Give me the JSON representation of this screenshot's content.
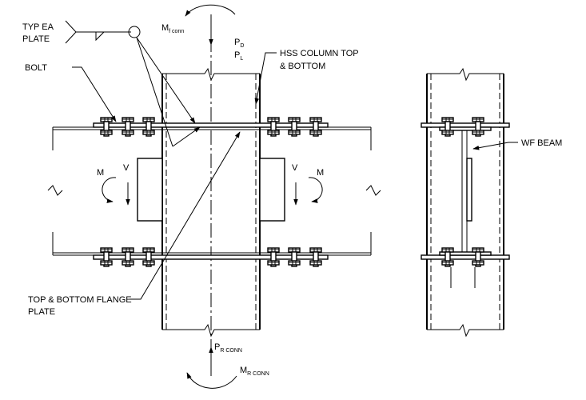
{
  "labels": {
    "typ_ea_plate_1": "TYP EA",
    "typ_ea_plate_2": "PLATE",
    "bolt": "BOLT",
    "m_f_conn_main": "M",
    "m_f_conn_sub": "f conn",
    "p_d_main": "P",
    "p_d_sub": "D",
    "p_l_main": "P",
    "p_l_sub": "L",
    "hss_1": "HSS COLUMN TOP",
    "hss_2": "& BOTTOM",
    "m_left": "M",
    "v_left": "V",
    "v_right": "V",
    "m_right": "M",
    "top_bottom_1": "TOP & BOTTOM FLANGE",
    "top_bottom_2": "PLATE",
    "p_r_conn_main": "P",
    "p_r_conn_sub": "R CONN",
    "m_r_conn_main": "M",
    "m_r_conn_sub": "R CONN",
    "wf_beam": "WF BEAM"
  },
  "icons": {
    "weld_symbol": "fillet-weld-symbol-icon",
    "all_around": "weld-all-around-circle-icon",
    "bolt_head": "hex-bolt-head-icon",
    "break_mark": "break-line-icon"
  }
}
